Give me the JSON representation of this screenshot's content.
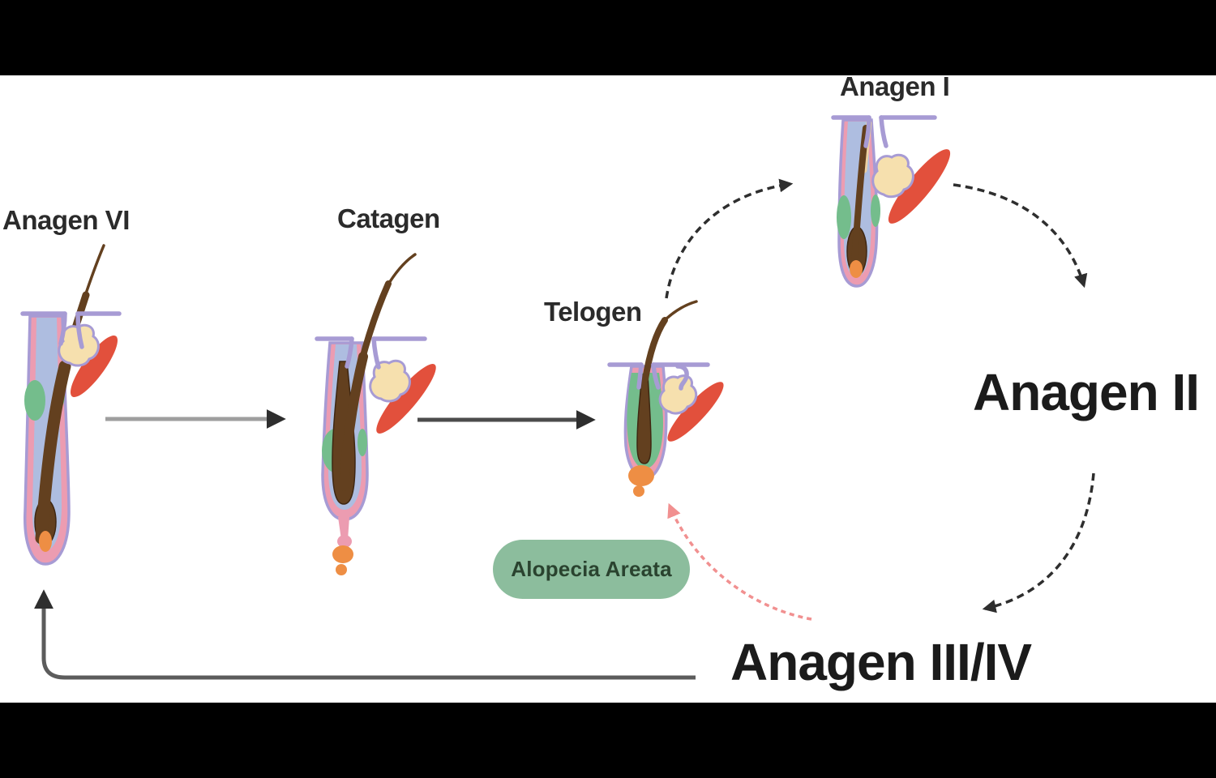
{
  "stages": {
    "anagen_vi": {
      "label": "Anagen VI"
    },
    "catagen": {
      "label": "Catagen"
    },
    "telogen": {
      "label": "Telogen"
    },
    "anagen_i": {
      "label": "Anagen I"
    },
    "anagen_ii": {
      "label": "Anagen II"
    },
    "anagen_iii_iv": {
      "label": "Anagen III/IV"
    }
  },
  "badge": {
    "label": "Alopecia Areata"
  },
  "connections": [
    {
      "from": "Anagen VI",
      "to": "Catagen",
      "style": "solid-gray-arrow"
    },
    {
      "from": "Catagen",
      "to": "Telogen",
      "style": "solid-dark-arrow"
    },
    {
      "from": "Telogen",
      "to": "Anagen I",
      "style": "dashed-black-curved-arrow"
    },
    {
      "from": "Anagen I",
      "to": "Anagen II",
      "style": "dashed-black-curved-arrow"
    },
    {
      "from": "Anagen II",
      "to": "Anagen III/IV",
      "style": "dashed-black-curved-arrow"
    },
    {
      "from": "Anagen III/IV",
      "to": "Anagen VI",
      "style": "solid-gray-elbow-arrow"
    },
    {
      "from": "Alopecia Areata",
      "to": "Telogen",
      "style": "dashed-salmon-curved-arrow"
    }
  ],
  "illustrations": {
    "anagen_vi": "hair-follicle-full-anagen-icon",
    "catagen": "hair-follicle-regressing-icon",
    "telogen": "hair-follicle-resting-club-icon",
    "anagen_i": "hair-follicle-early-anagen-icon"
  },
  "colors": {
    "letterbox": "#000000",
    "canvas": "#ffffff",
    "label_text": "#2b2b2b",
    "heading_text": "#1b1b1b",
    "badge_bg": "#8cbd9d",
    "badge_text": "#2a432f",
    "solid_arrow_light": "#9e9e9e",
    "solid_arrow_dark": "#4c4c4c",
    "return_arrow": "#5c5c5c",
    "dashed_arrow": "#2e2e2e",
    "alopecia_arrow": "#f19090",
    "follicle_pink": "#ec9cb1",
    "follicle_lavender": "#a79bd4",
    "follicle_periwinkle": "#aebde0",
    "hair_brown": "#63401f",
    "bulge_green": "#74bd8c",
    "sebaceous_cream": "#f6e0ae",
    "muscle_red": "#e2503c",
    "papilla_orange": "#ee8e44"
  }
}
